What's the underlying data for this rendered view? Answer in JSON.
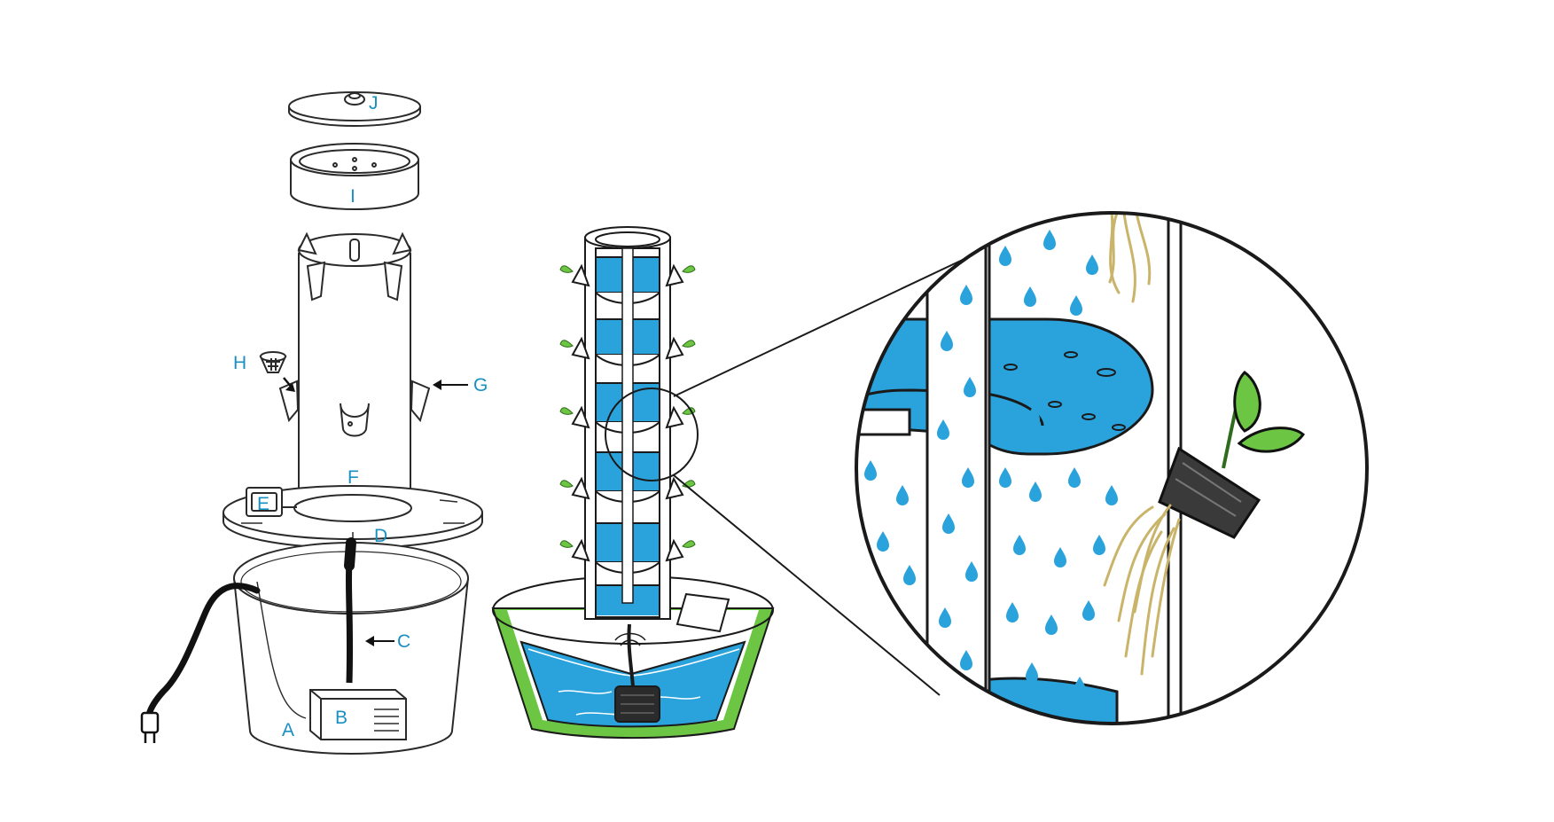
{
  "colors": {
    "label": "#1a8fc2",
    "outline": "#1a1a1a",
    "water": "#2aa3dd",
    "water_dark": "#168ac4",
    "plant_green": "#6cc644",
    "root": "#d9c98a",
    "pump": "#2b2b2b"
  },
  "labels": {
    "a": "A",
    "b": "B",
    "c": "C",
    "d": "D",
    "e": "E",
    "f": "F",
    "g": "G",
    "h": "H",
    "i": "I",
    "j": "J"
  },
  "icons": {
    "arrow": "arrow-left-icon",
    "plug": "power-plug-icon",
    "drop": "water-drop-icon",
    "leaf": "leaf-icon"
  }
}
